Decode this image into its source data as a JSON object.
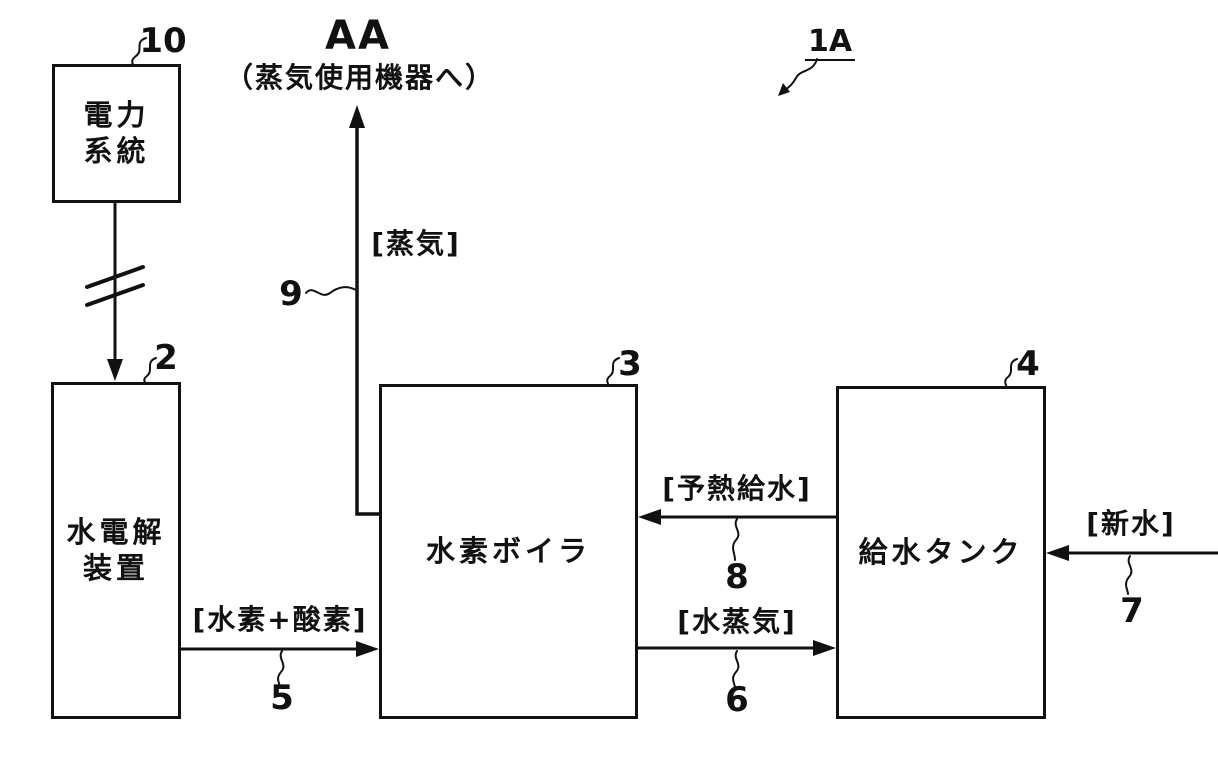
{
  "figure": {
    "reference": "1A",
    "heading": "AA",
    "heading_note": "（蒸気使用機器へ）"
  },
  "boxes": {
    "power_grid": {
      "ref": "10",
      "line1": "電力",
      "line2": "系統"
    },
    "electrolyzer": {
      "ref": "2",
      "line1": "水電解",
      "line2": "装置"
    },
    "boiler": {
      "ref": "3",
      "label": "水素ボイラ"
    },
    "feed_tank": {
      "ref": "4",
      "label": "給水タンク"
    }
  },
  "flows": {
    "steam": {
      "ref": "9",
      "label": "[蒸気]"
    },
    "hydrogen_oxygen": {
      "ref": "5",
      "label": "[水素+酸素]"
    },
    "water_vapor": {
      "ref": "6",
      "label": "[水蒸気]"
    },
    "fresh_water": {
      "ref": "7",
      "label": "[新水]"
    },
    "preheated_feedwater": {
      "ref": "8",
      "label": "[予熱給水]"
    }
  },
  "colors": {
    "ink": "#111111",
    "background": "#ffffff"
  }
}
